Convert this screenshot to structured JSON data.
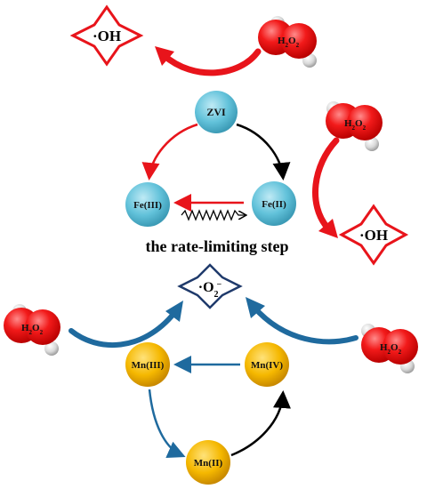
{
  "species": {
    "oh_top": "·OH",
    "oh_right": "·OH",
    "superoxide_main": "·O",
    "superoxide_sub": "2",
    "superoxide_sup": "−"
  },
  "h2o2": {
    "main": "H",
    "sub": "2",
    "mid": "O",
    "sub2": "2"
  },
  "iron": {
    "zvi": "ZVI",
    "fe3": "Fe(III)",
    "fe2": "Fe(II)",
    "caption": "the rate-limiting step"
  },
  "manganese": {
    "mn3": "Mn(III)",
    "mn4": "Mn(IV)",
    "mn2": "Mn(II)"
  },
  "colors": {
    "red": "#e8141b",
    "blue": "#1f6a9e",
    "cyan": "#63c4dc",
    "gold": "#f4b400",
    "black": "#000000"
  }
}
